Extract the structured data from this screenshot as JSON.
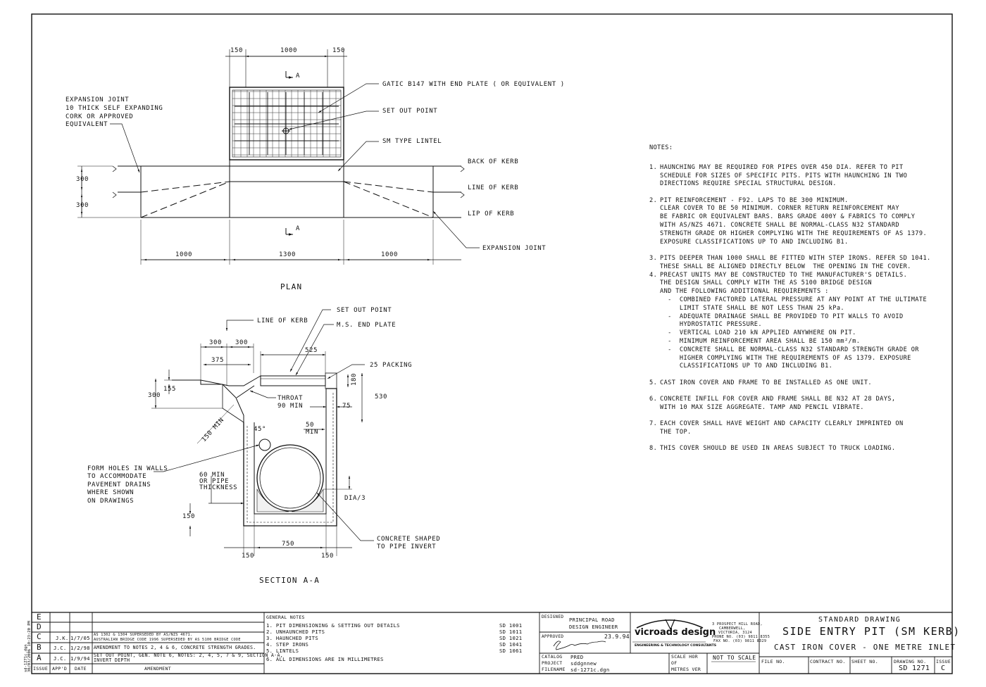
{
  "plan": {
    "title": "PLAN",
    "dims_top": [
      "150",
      "1000",
      "150"
    ],
    "section_marker": "A",
    "dims_left": [
      "300",
      "300"
    ],
    "dims_bottom": [
      "1000",
      "1300",
      "1000"
    ],
    "labels": {
      "gatic": "GATIC B147 WITH END PLATE ( OR EQUIVALENT )",
      "set_out": "SET OUT POINT",
      "lintel": "SM TYPE LINTEL",
      "back_kerb": "BACK OF KERB",
      "line_kerb": "LINE OF KERB",
      "lip_kerb": "LIP OF KERB",
      "exp_joint": "EXPANSION JOINT",
      "exp_joint_note": [
        "EXPANSION JOINT",
        "10 THICK SELF EXPANDING",
        "CORK OR APPROVED",
        "EQUIVALENT"
      ]
    }
  },
  "section": {
    "title": "SECTION A-A",
    "labels": {
      "set_out": "SET OUT POINT",
      "line_kerb": "LINE OF KERB",
      "end_plate": "M.S. END PLATE",
      "packing": "25 PACKING",
      "throat": [
        "THROAT",
        "90 MIN"
      ],
      "min50": [
        "50",
        "MIN"
      ],
      "form_holes": [
        "FORM HOLES IN WALLS",
        "TO ACCOMMODATE",
        "PAVEMENT DRAINS",
        "WHERE SHOWN",
        "ON DRAWINGS"
      ],
      "min60": [
        "60 MIN",
        "OR PIPE",
        "THICKNESS"
      ],
      "dia3": "DIA/3",
      "concrete": [
        "CONCRETE SHAPED",
        "TO PIPE INVERT"
      ],
      "min150": "150 MIN",
      "deg45": "45°"
    },
    "dims": {
      "d300a": "300",
      "d300b": "300",
      "d375": "375",
      "d525": "525",
      "d155": "155",
      "d300c": "300",
      "d180": "180",
      "d530": "530",
      "d75": "75",
      "d150l": "150",
      "d750": "750",
      "d150a": "150",
      "d150b": "150"
    }
  },
  "notes": {
    "heading": "NOTES:",
    "items": [
      {
        "num": "1.",
        "lines": [
          "HAUNCHING MAY BE REQUIRED FOR PIPES OVER 450 DIA. REFER TO PIT",
          "SCHEDULE FOR SIZES OF SPECIFIC PITS. PITS WITH HAUNCHING IN TWO",
          "DIRECTIONS REQUIRE SPECIAL STRUCTURAL DESIGN."
        ]
      },
      {
        "num": "2.",
        "lines": [
          "PIT REINFORCEMENT - F92. LAPS TO BE 300 MINIMUM.",
          "CLEAR COVER TO BE 50 MINIMUM. CORNER RETURN REINFORCEMENT MAY",
          "BE FABRIC OR EQUIVALENT BARS. BARS GRADE 400Y & FABRICS TO COMPLY",
          "WITH AS/NZS 4671. CONCRETE SHALL BE NORMAL-CLASS N32 STANDARD",
          "STRENGTH GRADE OR HIGHER COMPLYING WITH THE REQUIREMENTS OF AS 1379.",
          "EXPOSURE CLASSIFICATIONS UP TO AND INCLUDING B1."
        ]
      },
      {
        "num": "3.",
        "lines": [
          "PITS DEEPER THAN 1000 SHALL BE FITTED WITH STEP IRONS. REFER SD 1041.",
          "THESE SHALL BE ALIGNED DIRECTLY BELOW  THE OPENING IN THE COVER."
        ]
      },
      {
        "num": "4.",
        "lines": [
          "PRECAST UNITS MAY BE CONSTRUCTED TO THE MANUFACTURER'S DETAILS.",
          "THE DESIGN SHALL COMPLY WITH THE AS 5100 BRIDGE DESIGN",
          "AND THE FOLLOWING ADDITIONAL REQUIREMENTS :",
          "  -  COMBINED FACTORED LATERAL PRESSURE AT ANY POINT AT THE ULTIMATE",
          "     LIMIT STATE SHALL BE NOT LESS THAN 25 kPa.",
          "  -  ADEQUATE DRAINAGE SHALL BE PROVIDED TO PIT WALLS TO AVOID",
          "     HYDROSTATIC PRESSURE.",
          "  -  VERTICAL LOAD 210 kN APPLIED ANYWHERE ON PIT.",
          "  -  MINIMUM REINFORCEMENT AREA SHALL BE 150 mm²/m.",
          "  -  CONCRETE SHALL BE NORMAL-CLASS N32 STANDARD STRENGTH GRADE OR",
          "     HIGHER COMPLYING WITH THE REQUIREMENTS OF AS 1379. EXPOSURE",
          "     CLASSIFICATIONS UP TO AND INCLUDING B1."
        ]
      },
      {
        "num": "5.",
        "lines": [
          "CAST IRON COVER AND FRAME TO BE INSTALLED AS ONE UNIT."
        ]
      },
      {
        "num": "6.",
        "lines": [
          "CONCRETE INFILL FOR COVER AND FRAME SHALL BE N32 AT 28 DAYS,",
          "WITH 10 MAX SIZE AGGREGATE. TAMP AND PENCIL VIBRATE."
        ]
      },
      {
        "num": "7.",
        "lines": [
          "EACH COVER SHALL HAVE WEIGHT AND CAPACITY CLEARLY IMPRINTED ON",
          "THE TOP."
        ]
      },
      {
        "num": "8.",
        "lines": [
          "THIS COVER SHOULD BE USED IN AREAS SUBJECT TO TRUCK LOADING."
        ]
      }
    ]
  },
  "title_block": {
    "side_text": [
      "sd-1271c.dgn",
      "30/03/2006  10:23:20 PM"
    ],
    "revisions": [
      {
        "issue": "E",
        "by": "",
        "date": "",
        "amend": ""
      },
      {
        "issue": "D",
        "by": "",
        "date": "",
        "amend": ""
      },
      {
        "issue": "C",
        "by": "J.K.",
        "date": "1/7/05",
        "amend": "AS 1302 & 1304 SUPERSEDED BY AS/NZS 4671.",
        "amend2": "AUSTRALIAN BRIDGE CODE 1996 SUPERSEDED BY AS 5100 BRIDGE CODE"
      },
      {
        "issue": "B",
        "by": "J.C.",
        "date": "1/2/98",
        "amend": "AMENDMENT TO NOTES 2, 4 & 6, CONCRETE STRENGTH GRADES."
      },
      {
        "issue": "A",
        "by": "J.C.",
        "date": "1/9/94",
        "amend": "SET OUT POINT, GEN. NOTE 6, NOTES: 2, 4, 5, 7 & 9, SECTION A-A,",
        "amend2": "INVERT DEPTH"
      }
    ],
    "rev_headers": {
      "issue": "ISSUE",
      "appd": "APP'D",
      "date": "DATE",
      "amend": "AMENDMENT"
    },
    "general_notes": {
      "heading": "GENERAL NOTES",
      "items": [
        {
          "t": "1.  PIT DIMENSIONING & SETTING OUT DETAILS",
          "sd": "SD 1001"
        },
        {
          "t": "2.  UNHAUNCHED PITS",
          "sd": "SD 1011"
        },
        {
          "t": "3.  HAUNCHED PITS",
          "sd": "SD 1021"
        },
        {
          "t": "4.  STEP IRONS",
          "sd": "SD 1041"
        },
        {
          "t": "5.  LINTELS",
          "sd": "SD 1061"
        },
        {
          "t": "6.  ALL DIMENSIONS ARE IN MILLIMETRES",
          "sd": ""
        }
      ]
    },
    "designed_label": "DESIGNED",
    "designed_by": [
      "PRINCIPAL ROAD",
      "DESIGN ENGINEER"
    ],
    "approved_label": "APPROVED",
    "approved_date": "23.9.94",
    "catalog_label": "CATALOG",
    "catalog": "PRED",
    "project_label": "PROJECT",
    "project": "sddgnnew",
    "filename_label": "FILENAME",
    "filename": "sd-1271c.dgn",
    "logo": "vicroads design",
    "logo_sub": "ENGINEERING & TECHNOLOGY CONSULTANTS",
    "address": [
      "3 PROSPECT HILL ROAD,",
      "CAMBERWELL,",
      "VICTORIA, 3124",
      "PHONE NO. (03) 9811 8355",
      "FAX NO. (03) 9811 8329"
    ],
    "scale_label": [
      "SCALE  HOR",
      "OF",
      "METRES  VER"
    ],
    "scale": "NOT TO SCALE",
    "std_drawing": "STANDARD DRAWING",
    "title1": "SIDE ENTRY PIT (SM KERB)",
    "title2": "CAST IRON COVER - ONE METRE INLET",
    "file_no": "FILE NO.",
    "contract_no": "CONTRACT NO.",
    "sheet_no": "SHEET NO.",
    "drawing_no_label": "DRAWING NO.",
    "drawing_no": "SD  1271",
    "issue_label": "ISSUE",
    "issue": "C"
  }
}
